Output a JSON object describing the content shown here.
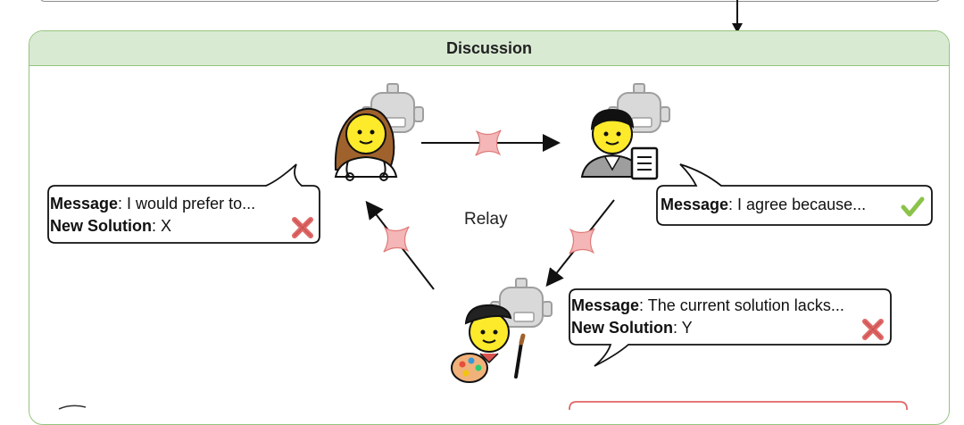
{
  "panel": {
    "title": "Discussion"
  },
  "relay_label": "Relay",
  "agents": [
    {
      "id": "doctor",
      "icon": "doctor-robot-icon"
    },
    {
      "id": "reviewer",
      "icon": "office-worker-robot-icon"
    },
    {
      "id": "artist",
      "icon": "artist-robot-icon"
    }
  ],
  "bubbles": {
    "left": {
      "line1_key": "Message",
      "line1_value": ": I would prefer to...",
      "line2_key": "New Solution",
      "line2_value": ": X",
      "mark": "cross"
    },
    "right": {
      "line1_key": "Message",
      "line1_value": ": I agree because...",
      "mark": "check"
    },
    "bottom": {
      "line1_key": "Message",
      "line1_value": ": The current solution lacks...",
      "line2_key": "New Solution",
      "line2_value": ": Y",
      "mark": "cross"
    }
  },
  "colors": {
    "panel_border": "#93c47d",
    "panel_header": "#d9ead3",
    "spark": "#f4b6b6",
    "cross": "#e06666",
    "check": "#8bc34a"
  }
}
